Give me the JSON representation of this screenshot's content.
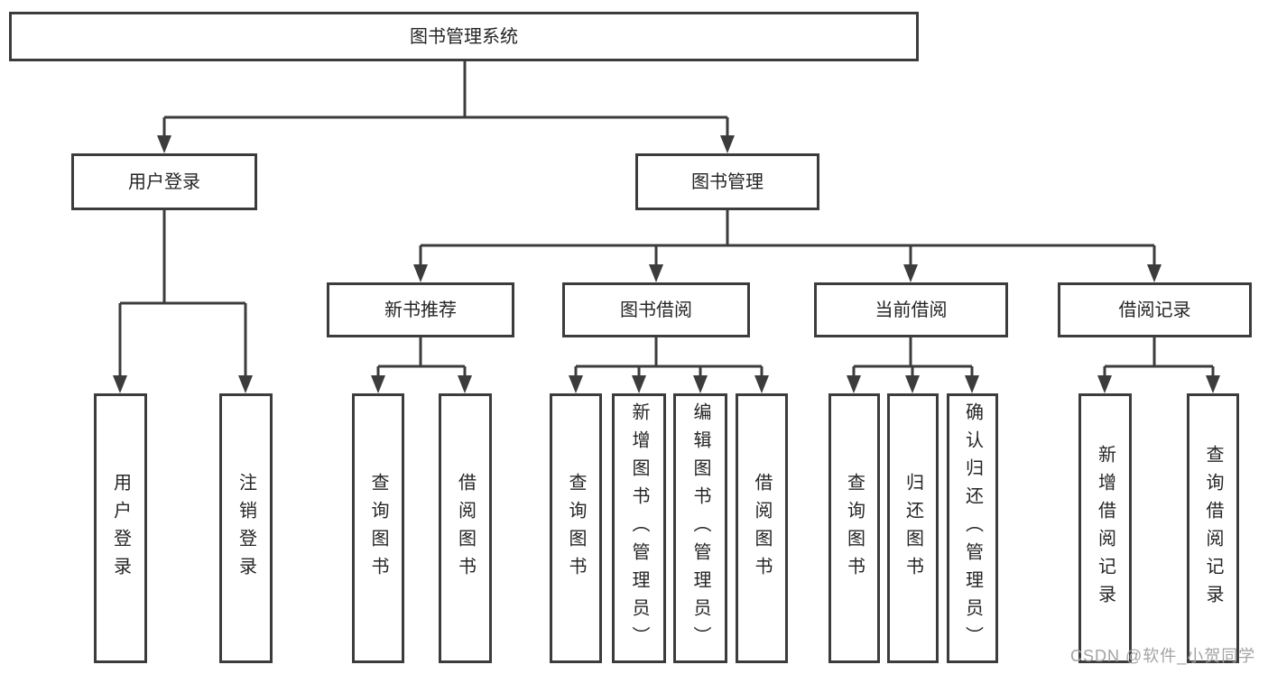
{
  "title": "图书管理系统",
  "diagram_type": "hierarchy-tree",
  "colors": {
    "line": "#3c3c3c",
    "box_border": "#3c3c3c",
    "box_fill": "#ffffff",
    "text": "#252525",
    "watermark": "#a3a3a3",
    "background": "#ffffff"
  },
  "tree": {
    "root": {
      "label": "图书管理系统",
      "children": [
        {
          "label": "用户登录",
          "children": [
            {
              "label": "用户登录"
            },
            {
              "label": "注销登录"
            }
          ]
        },
        {
          "label": "图书管理",
          "children": [
            {
              "label": "新书推荐",
              "children": [
                {
                  "label": "查询图书"
                },
                {
                  "label": "借阅图书"
                }
              ]
            },
            {
              "label": "图书借阅",
              "children": [
                {
                  "label": "查询图书"
                },
                {
                  "label": "新增图书（管理员）"
                },
                {
                  "label": "编辑图书（管理员）"
                },
                {
                  "label": "借阅图书"
                }
              ]
            },
            {
              "label": "当前借阅",
              "children": [
                {
                  "label": "查询图书"
                },
                {
                  "label": "归还图书"
                },
                {
                  "label": "确认归还（管理员）"
                }
              ]
            },
            {
              "label": "借阅记录",
              "children": [
                {
                  "label": "新增借阅记录"
                },
                {
                  "label": "查询借阅记录"
                }
              ]
            }
          ]
        }
      ]
    }
  },
  "watermark": "CSDN @软件_小贺同学"
}
